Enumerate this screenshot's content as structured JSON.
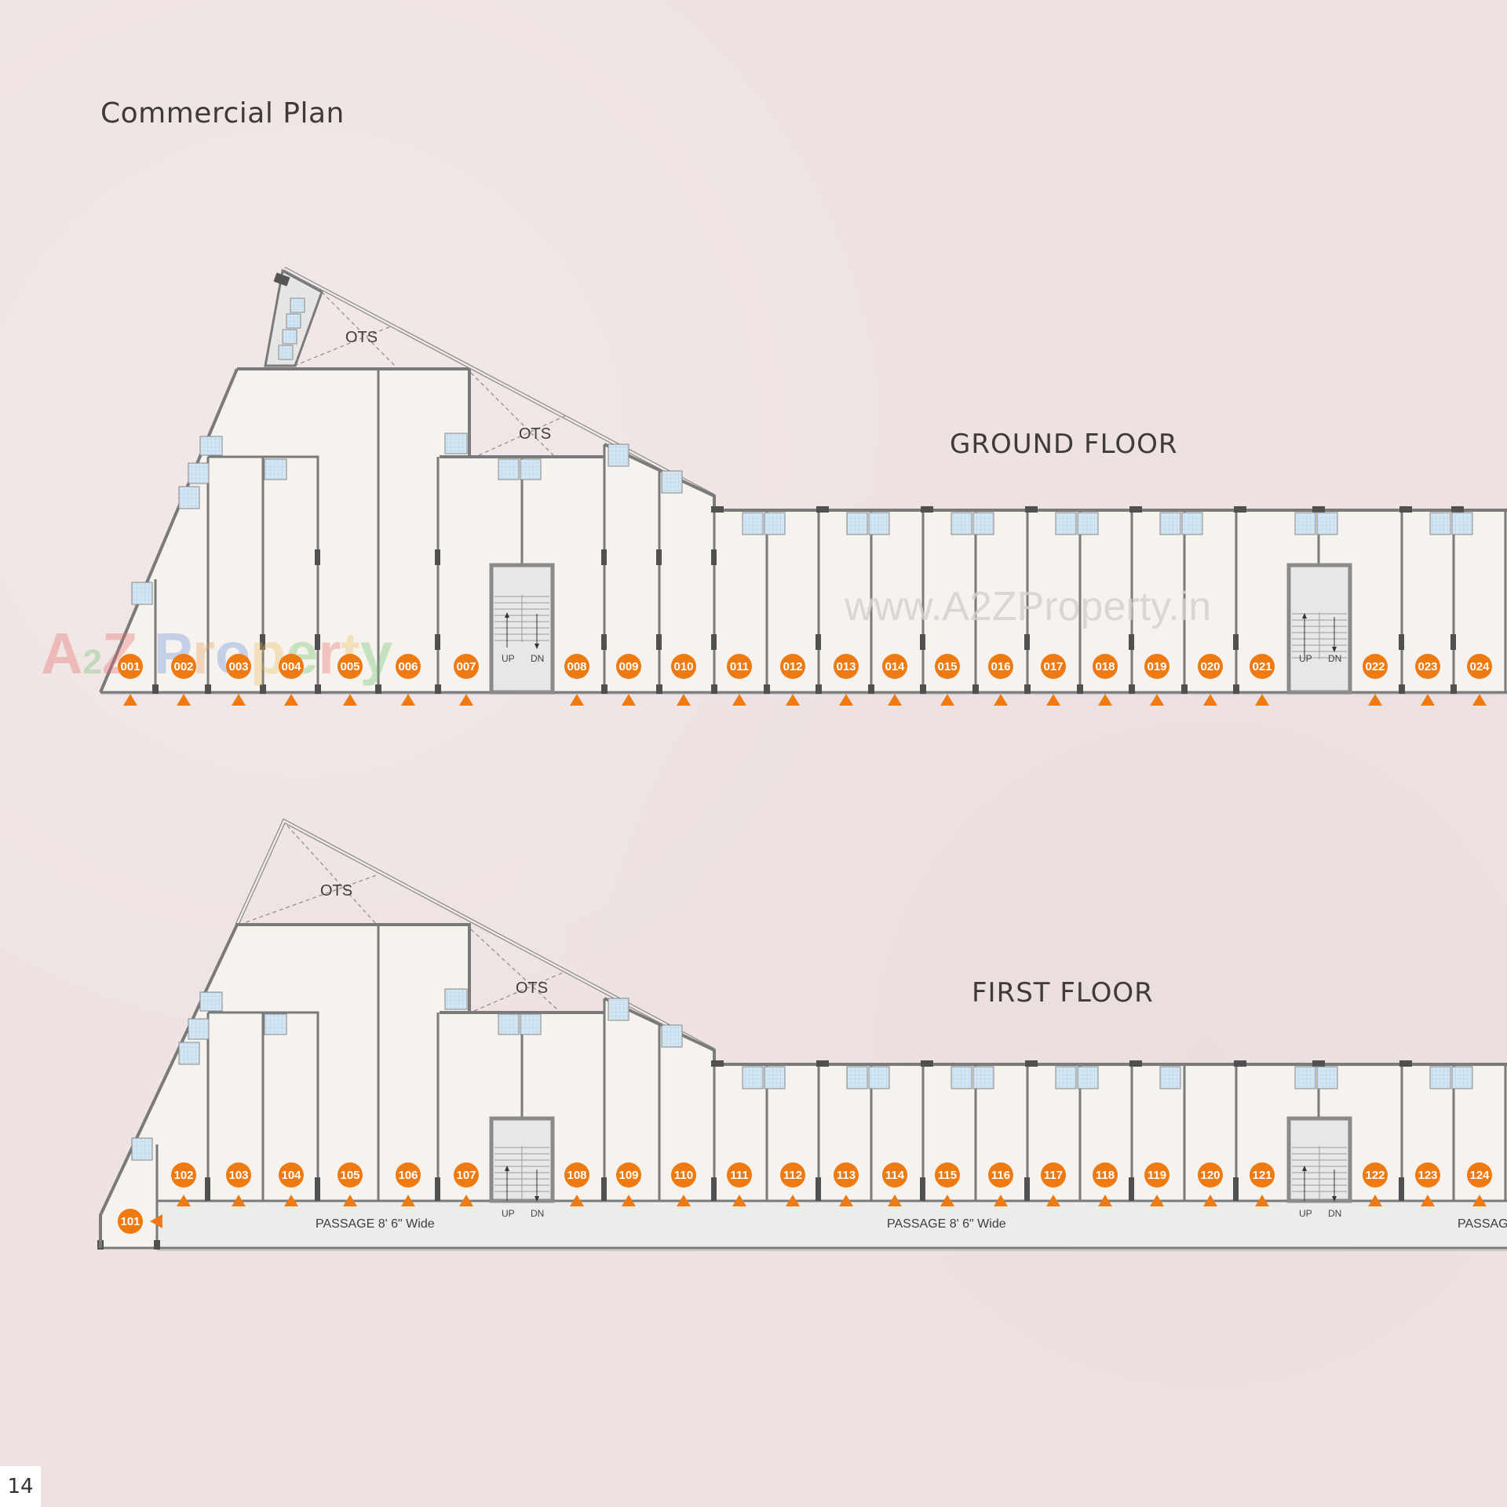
{
  "page": {
    "title": "Commercial Plan",
    "page_number": "14"
  },
  "watermark": {
    "logo_text": "A2Z Property",
    "url_text": "www.A2ZProperty.in"
  },
  "colors": {
    "unit_marker": "#ef7a12",
    "wall": "#7a7a7a",
    "floor_fill": "#f6f2ed",
    "toilet_fill": "#cfe3f1",
    "stair_fill": "#e9e8e6",
    "passage_fill": "#ececea"
  },
  "ground_floor": {
    "label": "GROUND FLOOR",
    "ots_labels": [
      "OTS",
      "OTS"
    ],
    "stair_labels": {
      "up": "UP",
      "dn": "DN"
    },
    "units": [
      "001",
      "002",
      "003",
      "004",
      "005",
      "006",
      "007",
      "008",
      "009",
      "010",
      "011",
      "012",
      "013",
      "014",
      "015",
      "016",
      "017",
      "018",
      "019",
      "020",
      "021",
      "022",
      "023",
      "024"
    ]
  },
  "first_floor": {
    "label": "FIRST FLOOR",
    "ots_labels": [
      "OTS",
      "OTS"
    ],
    "stair_labels": {
      "up": "UP",
      "dn": "DN"
    },
    "passage_labels": [
      "PASSAGE 8' 6\" Wide",
      "PASSAGE 8' 6\" Wide",
      "PASSAGE"
    ],
    "units": [
      "101",
      "102",
      "103",
      "104",
      "105",
      "106",
      "107",
      "108",
      "109",
      "110",
      "111",
      "112",
      "113",
      "114",
      "115",
      "116",
      "117",
      "118",
      "119",
      "120",
      "121",
      "122",
      "123",
      "124"
    ]
  }
}
